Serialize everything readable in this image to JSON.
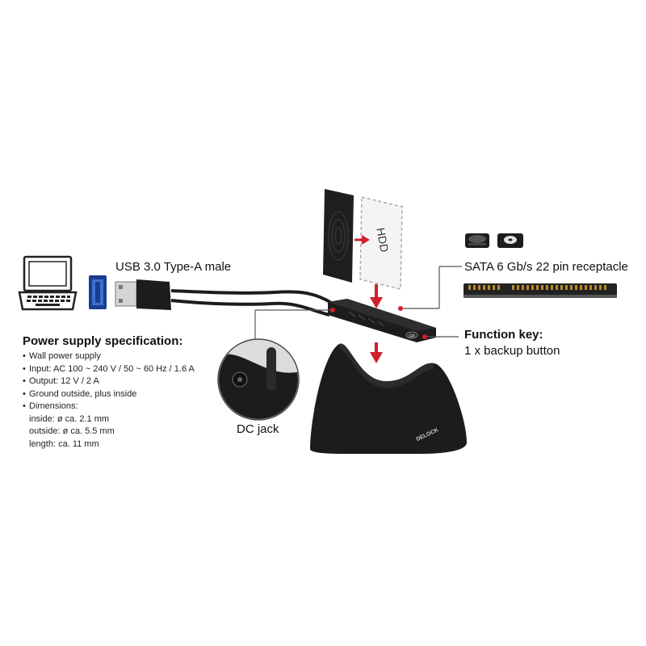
{
  "labels": {
    "usb": "USB 3.0 Type-A male",
    "sata": "SATA 6 Gb/s 22 pin receptacle",
    "function_key_title": "Function key:",
    "function_key_desc": "1 x backup button",
    "dc_jack": "DC jack",
    "hdd": "HDD",
    "button_text": "GB",
    "brand": "DELOCK"
  },
  "power_supply": {
    "title": "Power supply specification:",
    "items": [
      "Wall power supply",
      "Input: AC 100 ~ 240 V / 50 ~ 60 Hz / 1.6 A",
      "Output: 12 V / 2 A",
      "Ground outside, plus inside",
      "Dimensions:"
    ],
    "dimensions": [
      "inside: ø ca. 2.1 mm",
      "outside: ø ca. 5.5 mm",
      "length: ca. 11 mm"
    ]
  },
  "colors": {
    "accent_red": "#d0202a",
    "device_black": "#1c1c1c",
    "line_gray": "#555555"
  }
}
